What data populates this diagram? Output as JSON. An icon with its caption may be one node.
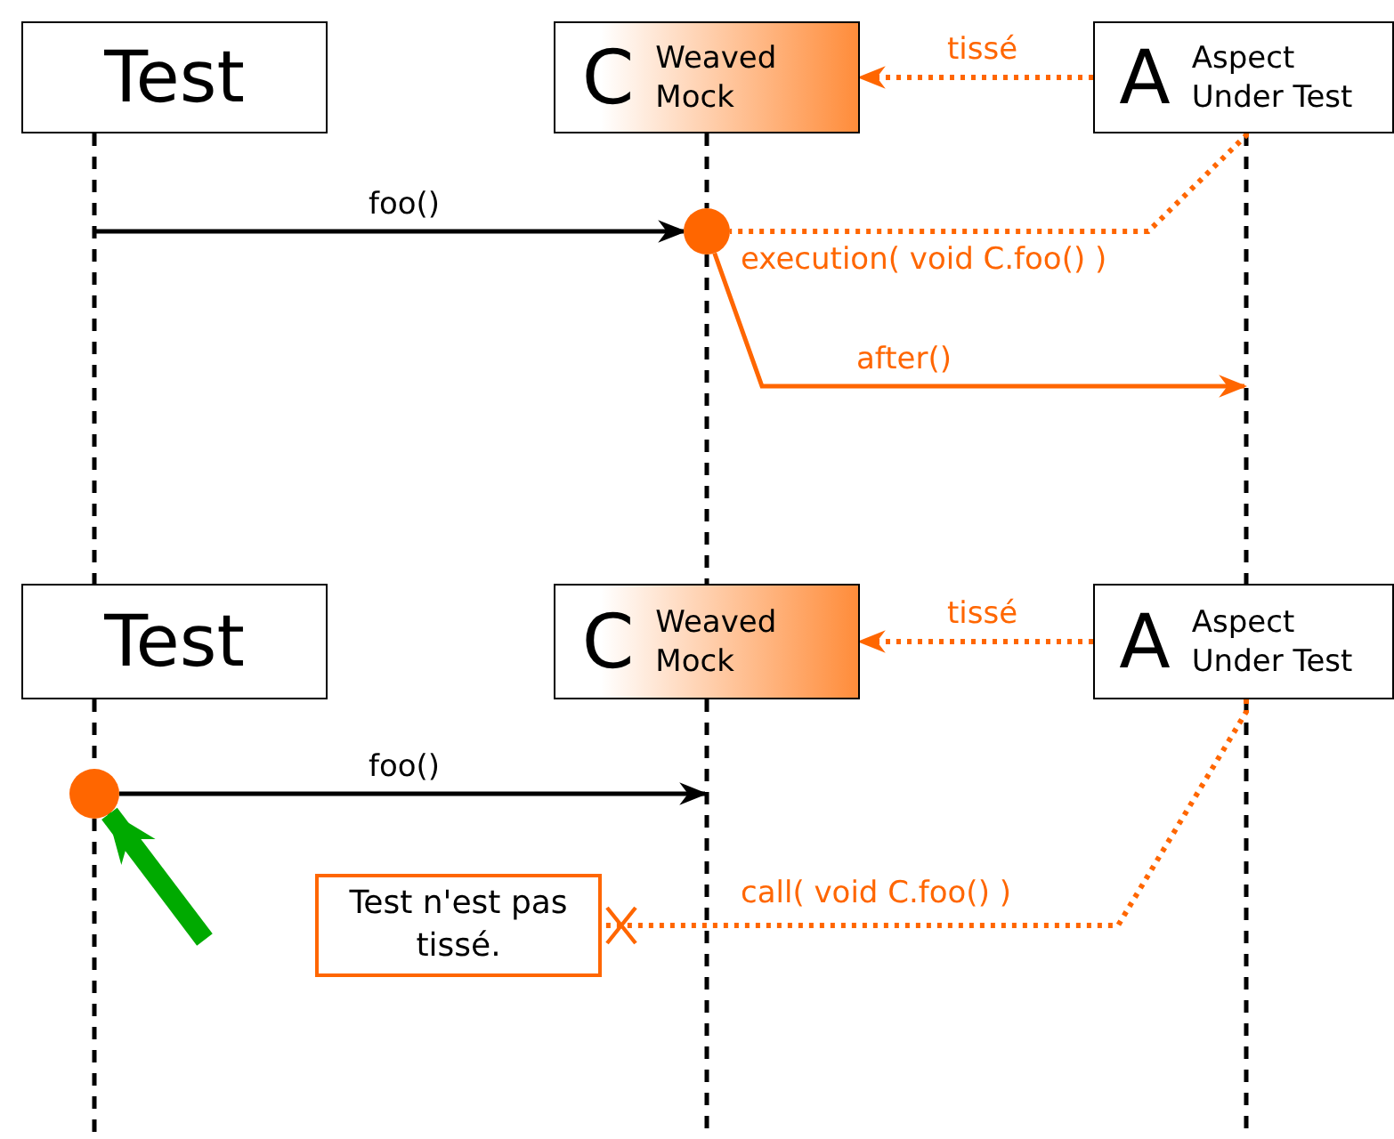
{
  "diagram": {
    "nodes": [
      {
        "text": [
          "Test"
        ]
      },
      {
        "text": [
          "C",
          "Weaved Mock"
        ]
      },
      {
        "text": [
          "A",
          "Aspect Under Test"
        ]
      },
      {
        "text": [],
        "shape": "circle"
      },
      {
        "text": [
          "Test"
        ]
      },
      {
        "text": [
          "C",
          "Weaved Mock"
        ]
      },
      {
        "text": [
          "A",
          "Aspect Under Test"
        ]
      },
      {
        "text": [],
        "shape": "circle"
      },
      {
        "text": [
          "Test n'est pas tissé."
        ]
      }
    ],
    "edges": [
      {
        "from": 0,
        "to": 4,
        "arrow": "none",
        "style": "dashed"
      },
      {
        "from": 1,
        "to": 3,
        "arrow": "none",
        "style": "dashed"
      },
      {
        "from": 3,
        "to": 5,
        "arrow": "none",
        "style": "dashed"
      },
      {
        "from": 2,
        "to": 6,
        "arrow": "none",
        "style": "dashed"
      },
      {
        "from": 4,
        "to": 7,
        "arrow": "none",
        "style": "dashed"
      },
      {
        "from": 7,
        "to": null,
        "arrow": "none",
        "style": "dashed"
      },
      {
        "from": 5,
        "to": null,
        "arrow": "none",
        "style": "dashed"
      },
      {
        "from": 6,
        "to": null,
        "arrow": "none",
        "style": "dashed"
      },
      {
        "from": null,
        "to": 3,
        "arrow": "to",
        "label": "foo()"
      },
      {
        "from": 2,
        "to": 1,
        "arrow": "to",
        "label": "tissé",
        "style": "dashed",
        "color": "#ff6600"
      },
      {
        "from": 2,
        "to": 3,
        "arrow": "none",
        "label": "execution( void C.foo() )",
        "style": "dashed",
        "color": "#ff6600"
      },
      {
        "from": 3,
        "to": null,
        "arrow": "to",
        "label": "after()",
        "color": "#ff6600"
      },
      {
        "from": 7,
        "to": null,
        "arrow": "to",
        "label": "foo()"
      },
      {
        "from": 6,
        "to": 5,
        "arrow": "to",
        "label": "tissé",
        "style": "dashed",
        "color": "#ff6600"
      },
      {
        "from": 6,
        "to": 8,
        "arrow": "other",
        "label": "call( void C.foo() )",
        "style": "dashed",
        "color": "#ff6600"
      },
      {
        "from": null,
        "to": 7,
        "arrow": "to",
        "style": "thick",
        "color": "#00aa00"
      }
    ]
  }
}
